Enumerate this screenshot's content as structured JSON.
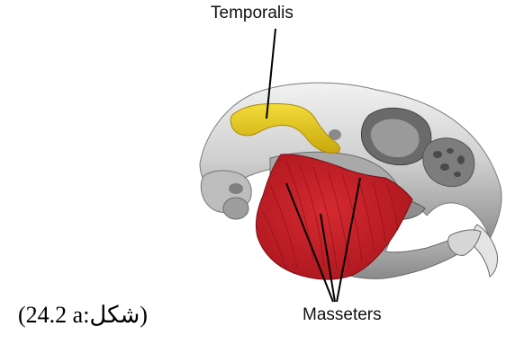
{
  "labels": {
    "temporalis": "Temporalis",
    "masseters": "Masseters"
  },
  "caption": "(24.2 a:شکل)",
  "colors": {
    "temporalis_muscle": "#e8c81a",
    "masseter_muscle": "#c8202a",
    "skull_light": "#e6e6e6",
    "skull_mid": "#b9b9b9",
    "skull_dark": "#5a5a5a",
    "leader_line": "#000000"
  }
}
